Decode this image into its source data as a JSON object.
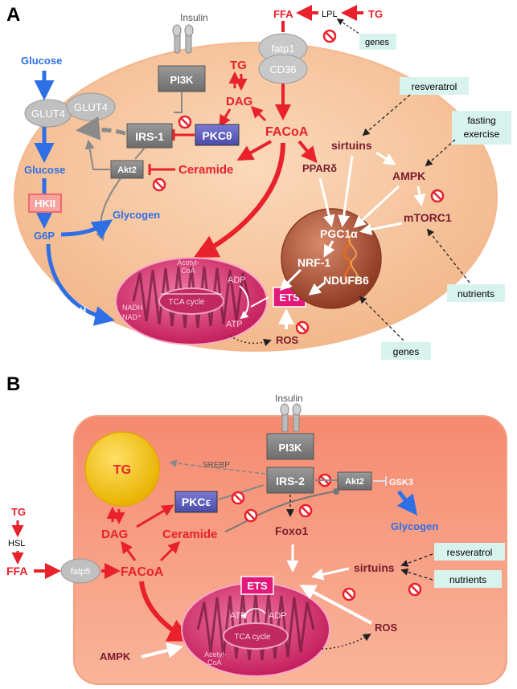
{
  "panels": {
    "a": {
      "label": "A",
      "texts": {
        "ffa": "FFA",
        "lpl": "LPL",
        "tg_top": "TG",
        "genes_top": "genes",
        "insulin": "Insulin",
        "fatp1": "fatp1",
        "cd36": "CD36",
        "glucose_out": "Glucose",
        "glut4_mem": "GLUT4",
        "glut4_in": "GLUT4",
        "pi3k": "PI3K",
        "irs1": "IRS-1",
        "pkc": "PKCθ",
        "akt2": "Akt2",
        "tg": "TG",
        "dag": "DAG",
        "facoa": "FACoA",
        "ceramide": "Ceramide",
        "glucose_in": "Glucose",
        "hkii": "HKII",
        "glycogen": "Glycogen",
        "g6p": "G6P",
        "pdh": "PDH",
        "resveratrol": "resveratrol",
        "sirtuins": "sirtuins",
        "fasting": "fasting",
        "exercise": "exercise",
        "ppard": "PPARδ",
        "ampk": "AMPK",
        "mtorc1": "mTORC1",
        "pgc1a": "PGC1α",
        "nrf1": "NRF-1",
        "ndufb6": "NDUFB6",
        "nutrients": "nutrients",
        "genes_bottom": "genes",
        "ets": "ETS",
        "ros": "ROS",
        "acetyl": "Acetyl-",
        "coa": "CoA",
        "tca": "TCA cycle",
        "adp": "ADP",
        "atp": "ATP",
        "nadh": "NADH",
        "nad": "NAD⁺"
      }
    },
    "b": {
      "label": "B",
      "texts": {
        "insulin": "Insulin",
        "pi3k": "PI3K",
        "irs2": "IRS-2",
        "akt2": "Akt2",
        "gsk3": "GSK3",
        "glycogen": "Glycogen",
        "tg_droplet": "TG",
        "srebp": "SREBP",
        "pkc": "PKCε",
        "dag": "DAG",
        "ceramide": "Ceramide",
        "foxo1": "Foxo1",
        "tg_out": "TG",
        "hsl": "HSL",
        "ffa": "FFA",
        "fatp5": "fatp5",
        "facoa": "FACoA",
        "sirtuins": "sirtuins",
        "resveratrol": "resveratrol",
        "nutrients": "nutrients",
        "ets": "ETS",
        "ros": "ROS",
        "ampk": "AMPK",
        "atp": "ATP",
        "adp": "ADP",
        "tca": "TCA cycle",
        "acetyl": "Acetyl-",
        "coa": "CoA"
      }
    }
  },
  "colors": {
    "red": "#e8212b",
    "blue": "#2f6fe6",
    "maroon": "#7a1b2e",
    "gray_box": "#7f7f7f",
    "pkc_box": "#5a5ab8",
    "cell_a": "#f6c7a0",
    "cell_b": "#f7a088",
    "mito": "#d9336e",
    "nucleus": "#b4543a",
    "teal_box": "#d8f3ee",
    "ets": "#e2197a",
    "tg_droplet": "#f2c21a"
  }
}
